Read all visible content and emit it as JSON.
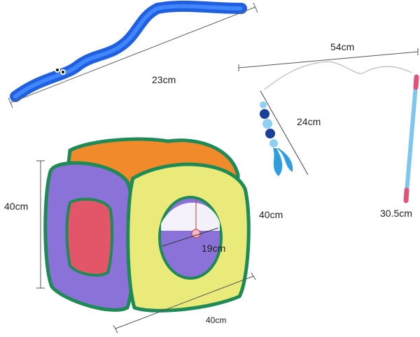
{
  "labels": {
    "worm_length": "23cm",
    "wand_width": "54cm",
    "string_length": "24cm",
    "rod_length": "30.5cm",
    "cube_height": "40cm",
    "cube_depth": "40cm",
    "cube_width": "40cm",
    "hole_diameter": "19cm"
  },
  "colors": {
    "worm": "#1f5fe0",
    "tunnel_trim": "#1e8a55",
    "panel_purple": "#8a72d8",
    "panel_yellow": "#e9ea7a",
    "panel_orange": "#f08a2a",
    "panel_red": "#e3566a",
    "rod": "#7fc6ef",
    "pompom_dark": "#1a3f9a",
    "pompom_light": "#8fd0f2",
    "feather": "#2f9be0"
  }
}
